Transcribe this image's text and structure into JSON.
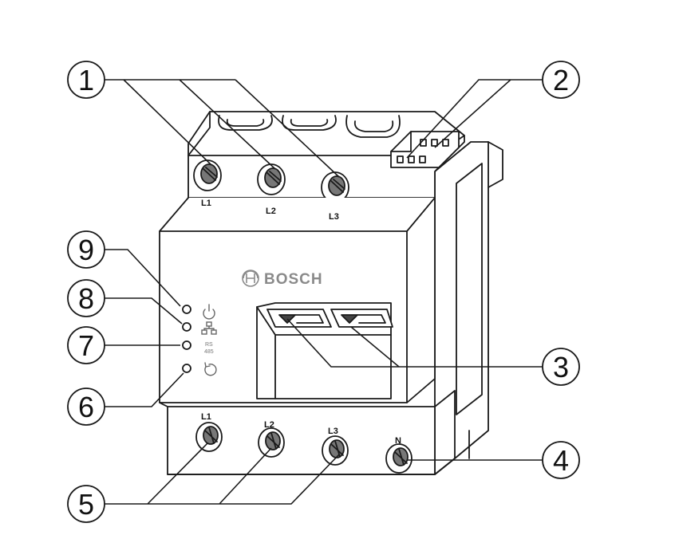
{
  "brand": {
    "name": "BOSCH"
  },
  "terminals": {
    "top": [
      "L1",
      "L2",
      "L3"
    ],
    "bottom": [
      "L1",
      "L2",
      "L3",
      "N"
    ]
  },
  "interface": {
    "rs_line1": "RS",
    "rs_line2": "485"
  },
  "callouts": {
    "c1": "1",
    "c2": "2",
    "c3": "3",
    "c4": "4",
    "c5": "5",
    "c6": "6",
    "c7": "7",
    "c8": "8",
    "c9": "9"
  },
  "icons": {
    "power": "power-icon",
    "network": "network-icon",
    "reset": "reset-arrow-icon",
    "brand_logo": "bosch-logo-icon"
  }
}
